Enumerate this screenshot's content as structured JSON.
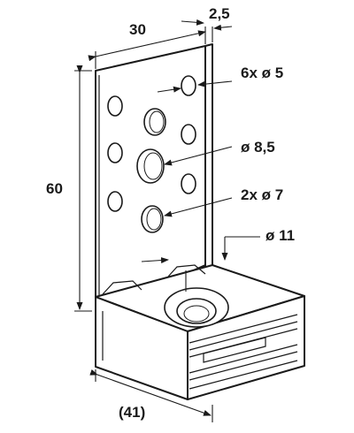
{
  "labels": {
    "width": "30",
    "thickness": "2,5",
    "height": "60",
    "depth": "(41)",
    "small_holes": "6x ø 5",
    "center_hole": "ø 8,5",
    "medium_holes": "2x ø 7",
    "nut_hole": "ø 11"
  }
}
